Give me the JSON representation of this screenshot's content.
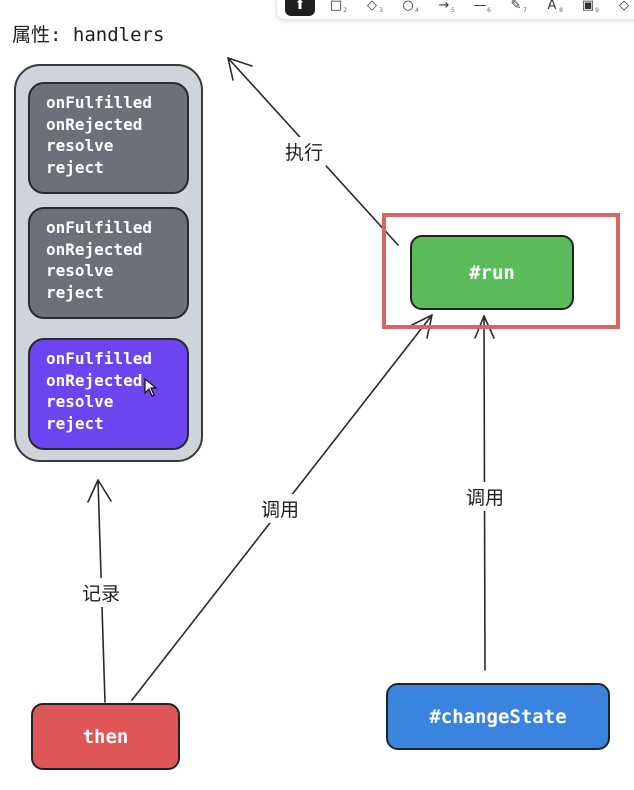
{
  "toolbar": {
    "tools": [
      {
        "icon": "selection-icon",
        "key": ""
      },
      {
        "icon": "rectangle-icon",
        "key": "2"
      },
      {
        "icon": "diamond-icon",
        "key": "3"
      },
      {
        "icon": "ellipse-icon",
        "key": "4"
      },
      {
        "icon": "arrow-icon",
        "key": "5"
      },
      {
        "icon": "line-icon",
        "key": "6"
      },
      {
        "icon": "pencil-icon",
        "key": "7"
      },
      {
        "icon": "text-icon",
        "key": "8"
      },
      {
        "icon": "image-icon",
        "key": "9"
      },
      {
        "icon": "eraser-icon",
        "key": ""
      }
    ]
  },
  "diagram": {
    "property_label": "属性: handlers",
    "handlers": [
      {
        "lines": [
          "onFulfilled",
          "onRejected",
          "resolve",
          "reject"
        ],
        "color": "#6c7079"
      },
      {
        "lines": [
          "onFulfilled",
          "onRejected",
          "resolve",
          "reject"
        ],
        "color": "#6c7079"
      },
      {
        "lines": [
          "onFulfilled",
          "onRejected",
          "resolve",
          "reject"
        ],
        "color": "#6d45f0"
      }
    ],
    "run_node": "#run",
    "then_node": "then",
    "change_state_node": "#changeState",
    "edge_labels": {
      "execute": "执行",
      "call_from_then": "调用",
      "record": "记录",
      "call_from_change_state": "调用"
    },
    "colors": {
      "container": "#ced4da",
      "run": "#5cbc5c",
      "then": "#e05555",
      "change_state": "#3a84e0",
      "highlight": "#d96464"
    }
  }
}
